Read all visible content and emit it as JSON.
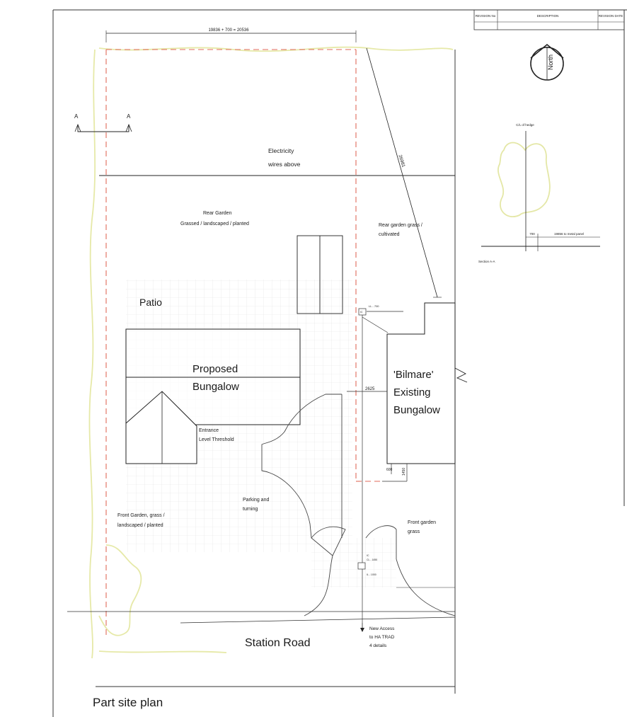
{
  "sheet": {
    "revision_table": {
      "col1": "REVISION No",
      "col2": "DESCRIPTION",
      "col3": "REVISION DATE"
    },
    "north_label": "North",
    "caption": "Part site plan"
  },
  "section": {
    "hedge_label": "C/L of hedge",
    "dim_700": "700",
    "dim_metal": "19856 to metal panel",
    "title": "Section A-A"
  },
  "plan": {
    "top_dimension": "19836 + 700 = 20536",
    "diagonal_dimension": "26981",
    "section_mark_left": "A",
    "section_mark_right": "A",
    "electricity_line1": "Electricity",
    "electricity_line2": "wires above",
    "rear_garden_line1": "Rear Garden",
    "rear_garden_line2": "Grassed / landscaped / planted",
    "rear_grass_line1": "Rear garden grass /",
    "rear_grass_line2": "cultivated",
    "patio": "Patio",
    "proposed_line1": "Proposed",
    "proposed_line2": "Bungalow",
    "existing_line1": "'Bilmare'",
    "existing_line2": "Existing",
    "existing_line3": "Bungalow",
    "dim_2625": "2625",
    "dim_600": "600",
    "dim_1450": "1450",
    "entrance_line1": "Entrance",
    "entrance_line2": "Level Threshold",
    "parking_line1": "Parking and",
    "parking_line2": "turning",
    "front_garden_line1": "Front Garden, grass /",
    "front_garden_line2": "landscaped / planted",
    "front_grass_line1": "Front garden",
    "front_grass_line2": "grass",
    "station_road": "Station Road",
    "access_line1": "New Access",
    "access_line2": "to HA TRAD",
    "access_line3": "4 details",
    "ic_top": "IC",
    "ic_top_level": "LL - 700",
    "ic_bottom": "IC",
    "ic_bottom_level1": "CL - 1450",
    "ic_bottom_level2": "IL - 1000"
  }
}
